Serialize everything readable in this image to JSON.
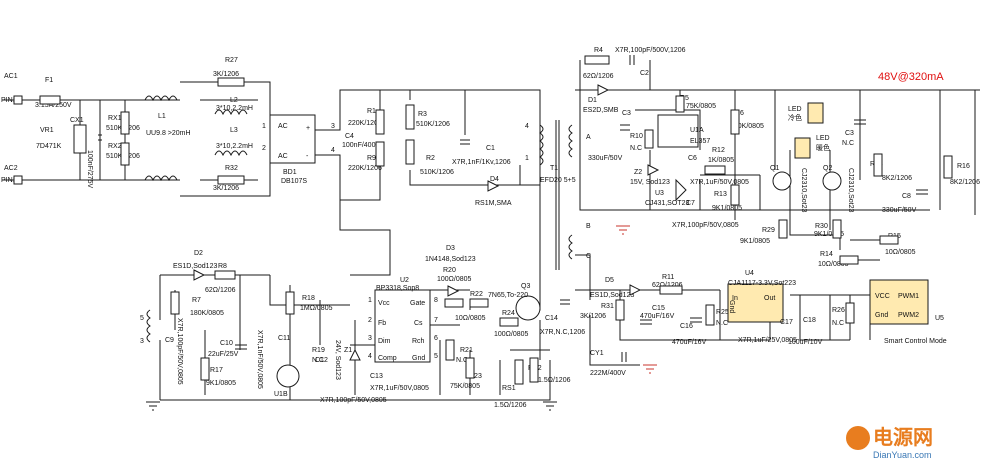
{
  "title_output": "48V@320mA",
  "labels": {
    "ac1": "AC1",
    "pin1a": "PIN1",
    "ac2": "AC2",
    "pin1b": "PIN1",
    "f1": "F1",
    "f1v": "3.15A/250V",
    "vr1": "VR1",
    "vr1v": "7D471K",
    "cx1": "CX1",
    "cx1v": "100nF/275V",
    "rx1": "RX1",
    "rx1v": "510K/1206",
    "rx2": "RX2",
    "rx2v": "510K/1206",
    "l1": "L1",
    "l1v": "UU9.8 >20mH",
    "r27": "R27",
    "r27v": "3K/1206",
    "l2": "L2",
    "l2v": "3*10,2.2mH",
    "l3": "L3",
    "l3v": "3*10,2.2mH",
    "r32": "R32",
    "r32v": "3K/1206",
    "bd1": "BD1",
    "bd1v": "DB107S",
    "ac_a": "AC",
    "ac_b": "AC",
    "bplus": "+",
    "bminus": "-",
    "n1": "1",
    "n2": "2",
    "n3": "3",
    "n4": "4",
    "c4": "C4",
    "c4v": "100nF/400V",
    "r1": "R1",
    "r1v": "220K/1206",
    "r9": "R9",
    "r9v": "220K/1206",
    "r3": "R3",
    "r3v": "510K/1206",
    "r2": "R2",
    "r2v": "510K/1206",
    "c1": "C1",
    "c1v": "X7R,1nF/1Kv,1206",
    "d4": "D4",
    "d4v": "RS1M,SMA",
    "t1": "T1",
    "t1v": "EFD20 5+5",
    "tp4": "4",
    "tp1": "1",
    "tpA": "A",
    "tpB": "B",
    "tpC": "C",
    "tp5": "5",
    "tp3": "3",
    "r4": "R4",
    "r4v": "62Ω/1206",
    "c2": "C2",
    "c2v": "X7R,100pF/500V,1206",
    "d1": "D1",
    "d1v": "ES2D,SMB",
    "c3": "C3",
    "c3v": "330uF/50V",
    "r5": "R5",
    "r5v": "75K/0805",
    "r10": "R10",
    "r10v": "N.C",
    "u1a": "U1A",
    "u1av": "EL357",
    "r6": "R6",
    "r6v": "180K/0805",
    "led1": "LED",
    "led1v": "冷色",
    "led2": "LED",
    "led2v": "暖色",
    "c3b": "C3",
    "c3bv": "N.C",
    "z2": "Z2",
    "z2v": "15V, Sod123",
    "c6": "C6",
    "c6v": "X7R,1uF/50V,0805",
    "r12": "R12",
    "r12v": "1K/0805",
    "u3": "U3",
    "u3v": "CJ431,SOT23",
    "c7": "C7",
    "r13": "R13",
    "r13v": "9K1/0805",
    "c7v": "X7R,100pF/50V,0805",
    "r28": "R28",
    "r28v": "8K2/1206",
    "c8": "C8",
    "c8v": "330uF/50V",
    "r16": "R16",
    "r16v": "8K2/1206",
    "q1": "Q1",
    "q1v": "CJ2310,Sot23",
    "q2": "Q2",
    "q2v": "CJ2310,Sot23",
    "r29": "R29",
    "r29v": "9K1/0805",
    "r30": "R30",
    "r30v": "9K1/0805",
    "r15": "R15",
    "r15v": "10Ω/0805",
    "r14": "R14",
    "r14v": "10Ω/0805",
    "d2": "D2",
    "d2v": "ES1D,Sod123",
    "r8": "R8",
    "r8v": "62Ω/1206",
    "r7": "R7",
    "r7v": "180K/0805",
    "c9": "C9",
    "c9v": "X7R,100pF/50V,0805",
    "c10": "C10",
    "c10v": "22uF/25V",
    "r17": "R17",
    "r17v": "9K1/0805",
    "c11": "C11",
    "c11v": "X7R,1nF/50V,0805",
    "u1b": "U1B",
    "r18": "R18",
    "r18v": "1MΩ/0805",
    "r19": "R19",
    "r19v": "N.C",
    "c12": "C12",
    "c12v": "X7R,100pF/50V,0805",
    "z1": "Z1",
    "z1v": "24V, Sod123",
    "c13": "C13",
    "c13v": "X7R,1uF/50V,0805",
    "u2": "U2",
    "u2v": "BP3318,Sop8",
    "pin_vcc": "Vcc",
    "pin_gate": "Gate",
    "pin_fb": "Fb",
    "pin_cs": "Cs",
    "pin_dim": "Dim",
    "pin_rch": "Rch",
    "pin_comp": "Comp",
    "pin_gnd": "Gnd",
    "p1": "1",
    "p2": "2",
    "p3": "3",
    "p4": "4",
    "p5": "5",
    "p6": "6",
    "p7": "7",
    "p8": "8",
    "d3": "D3",
    "d3v": "1N4148,Sod123",
    "r20": "R20",
    "r20v": "100Ω/0805",
    "r22": "R22",
    "r22v": "10Ω/0805",
    "q3": "Q3",
    "q3v": "7N65,To-220",
    "r24": "R24",
    "r24v": "100Ω/0805",
    "r21": "R21",
    "r21v": "N.C",
    "r23": "R23",
    "r23v": "75K/0805",
    "c14": "C14",
    "c14v": "X7R,N.C,1206",
    "rs1": "RS1",
    "rs1v": "1.5Ω/1206",
    "rs2": "RS2",
    "rs2v": "1.5Ω/1206",
    "cy1": "CY1",
    "cy1v": "222M/400V",
    "d5": "D5",
    "d5v": "ES1D,Sod123",
    "r31": "R31",
    "r31v": "3K/1206",
    "r11": "R11",
    "r11v": "62Ω/1206",
    "c15": "C15",
    "c15v": "470uF/16V",
    "c16": "C16",
    "c16v": "470uF/16V",
    "r25": "R25",
    "r25v": "N.C",
    "u4": "U4",
    "u4v": "CJA1117-3.3V,Sot223",
    "u4in": "In",
    "u4out": "Out",
    "u4gnd": "Gnd",
    "c17": "C17",
    "c17v": "X7R,1uF/25V,0805",
    "c18": "C18",
    "c18v": "100uF/10V",
    "r26": "R26",
    "r26v": "N.C",
    "u5": "U5",
    "u5v": "Smart Control Mode",
    "u5vcc": "VCC",
    "u5gnd": "Gnd",
    "u5pwm1": "PWM1",
    "u5pwm2": "PWM2",
    "wm_cn": "电源网",
    "wm_en": "DianYuan.com"
  }
}
